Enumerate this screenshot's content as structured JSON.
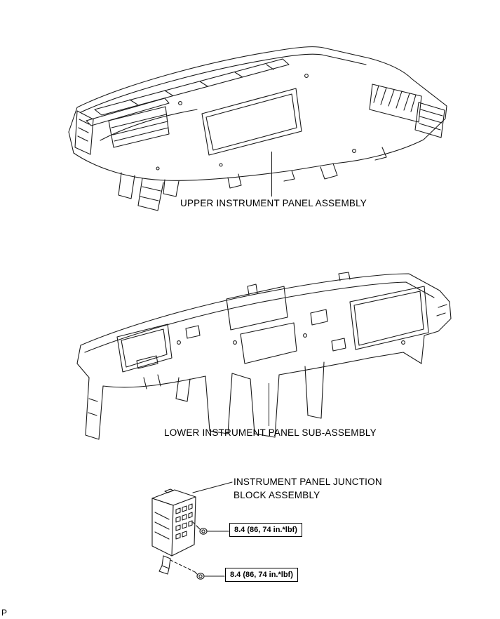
{
  "page": {
    "footer_letter": "P"
  },
  "figure": {
    "upper_panel_label": "UPPER INSTRUMENT PANEL ASSEMBLY",
    "lower_panel_label": "LOWER INSTRUMENT PANEL SUB-ASSEMBLY",
    "junction_block_label_line1": "INSTRUMENT PANEL JUNCTION",
    "junction_block_label_line2": "BLOCK ASSEMBLY",
    "torque_spec_1": "8.4 (86, 74 in.*lbf)",
    "torque_spec_2": "8.4 (86, 74 in.*lbf)"
  }
}
